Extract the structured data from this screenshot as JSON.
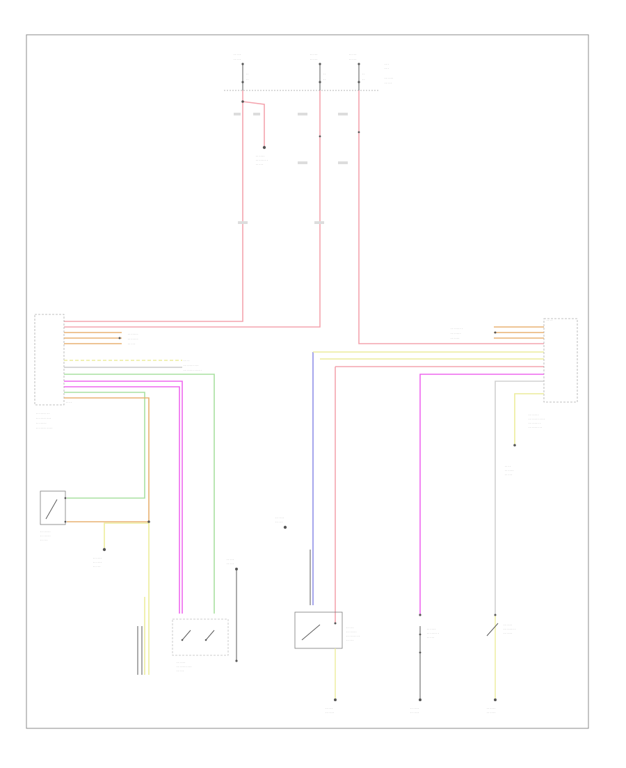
{
  "diagram": {
    "footer_code": "",
    "fuses": [
      {
        "id": "fuse-left",
        "label": ""
      },
      {
        "id": "fuse-mid",
        "label": ""
      },
      {
        "id": "fuse-right",
        "label": ""
      }
    ]
  },
  "colors": {
    "frame": "#8a8a8a",
    "wire_pink": "#f4a3ad",
    "wire_magenta": "#ee66ee",
    "wire_green": "#a8e0a0",
    "wire_blue": "#8f8fe8",
    "wire_yellow": "#ecec9a",
    "wire_orange": "#e8b070",
    "wire_gray": "#b8b8b8",
    "wire_black": "#555555"
  }
}
